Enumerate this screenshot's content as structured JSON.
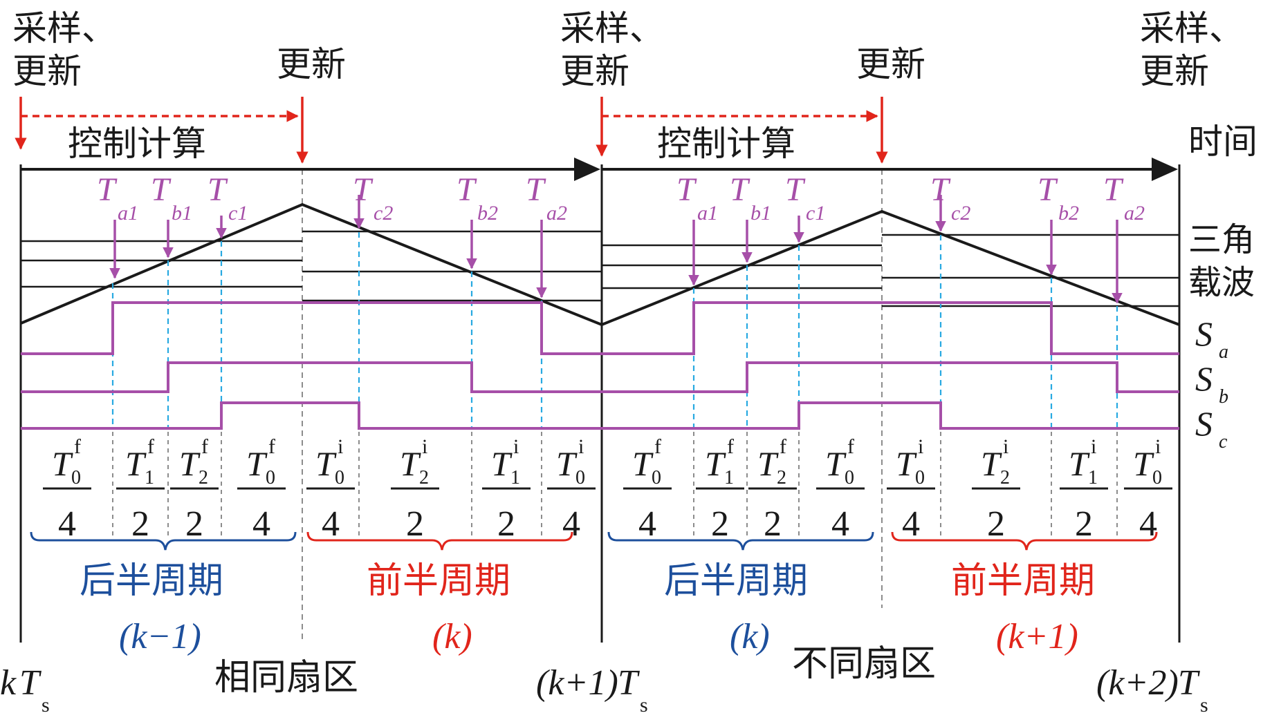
{
  "colors": {
    "black": "#1a1a1a",
    "red": "#e1251b",
    "purple": "#a64fa8",
    "cyan": "#27a9e1",
    "gray": "#8c8c8c",
    "blue": "#1d4f9c"
  },
  "events": {
    "sample_update": "采样、",
    "update_line2": "更新",
    "update": "更新",
    "control_calc": "控制计算",
    "time": "时间"
  },
  "right_labels": {
    "triangle_1": "三角",
    "triangle_2": "载波",
    "s": "S",
    "sub_a": "a",
    "sub_b": "b",
    "sub_c": "c"
  },
  "switch_times": {
    "t": "T",
    "a1": "a1",
    "b1": "b1",
    "c1": "c1",
    "c2": "c2",
    "b2": "b2",
    "a2": "a2"
  },
  "intervals": {
    "t": "T",
    "sup_f": "f",
    "sup_i": "i",
    "sub_0": "0",
    "sub_1": "1",
    "sub_2": "2",
    "den_4": "4",
    "den_2": "2"
  },
  "periods": {
    "second_half": "后半周期",
    "first_half": "前半周期",
    "k_minus_1": "(k−1)",
    "k": "(k)",
    "k_plus_1": "(k+1)"
  },
  "bottom": {
    "kTs_k": "k",
    "T": "T",
    "s": "s",
    "k1Ts_prefix": "(k+1)",
    "k2Ts_prefix": "(k+2)",
    "same_sector": "相同扇区",
    "diff_sector": "不同扇区"
  }
}
